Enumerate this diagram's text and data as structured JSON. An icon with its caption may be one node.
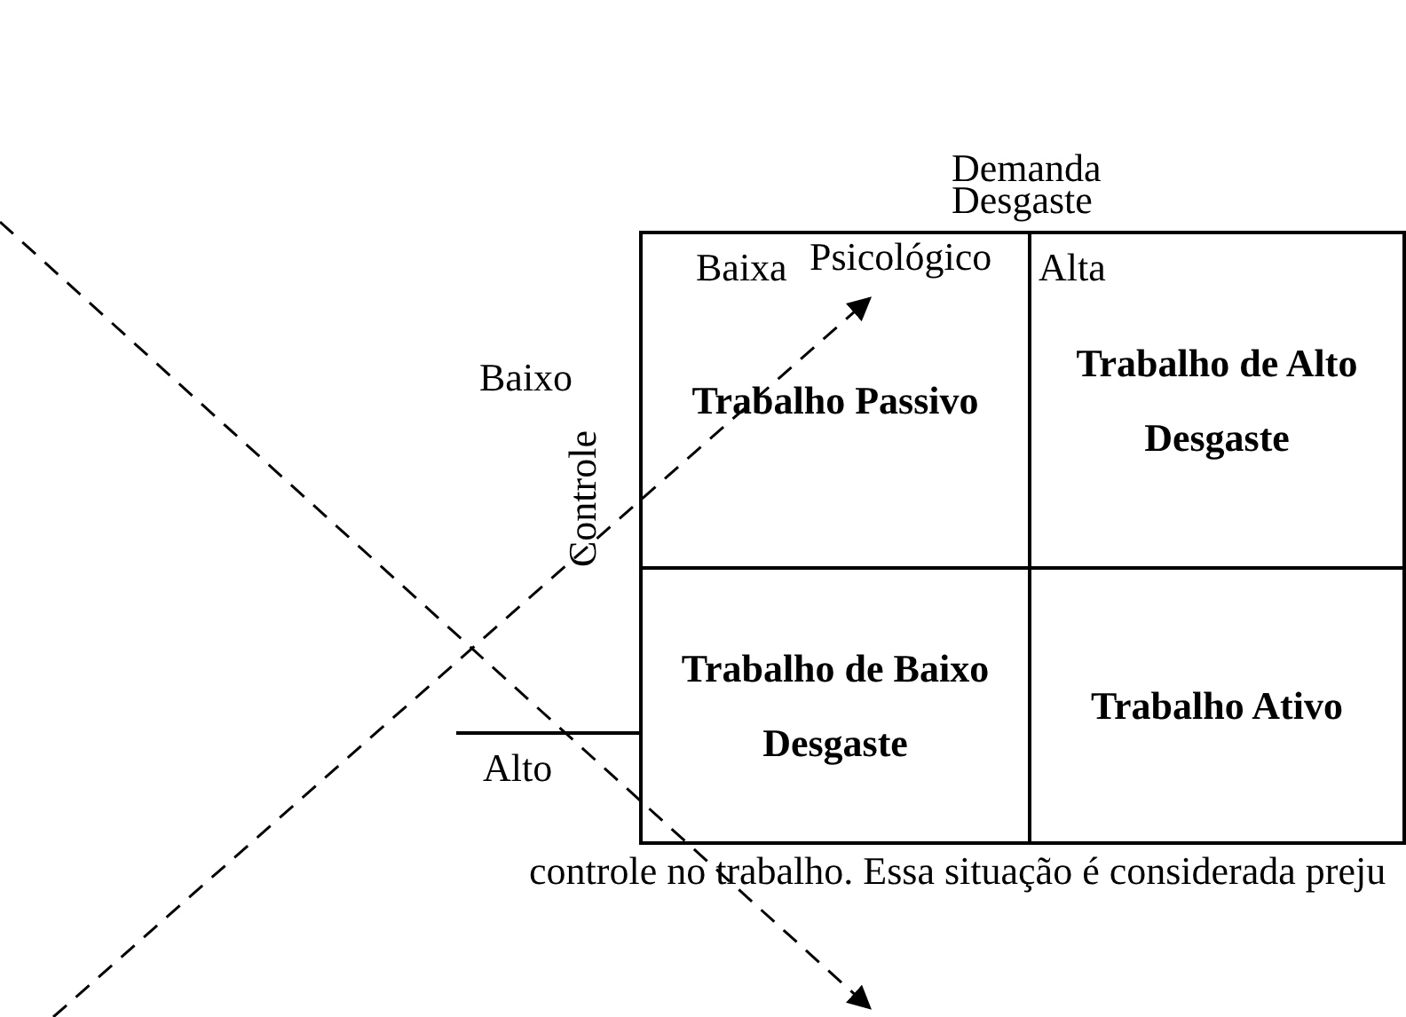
{
  "diagram": {
    "nodes": [
      {
        "text": [
          "Trabalho Passivo"
        ]
      },
      {
        "text": [
          "Trabalho de Alto Desgaste"
        ]
      },
      {
        "text": [
          "Trabalho de Baixo Desgaste"
        ]
      },
      {
        "text": [
          "Trabalho Ativo"
        ]
      }
    ],
    "labels": [
      "Demanda",
      "Desgaste",
      "Baixa",
      "Psicológico",
      "Alta",
      "Baixo",
      "Controle",
      "Alto",
      "controle no trabalho. Essa situação é considerada preju"
    ]
  }
}
